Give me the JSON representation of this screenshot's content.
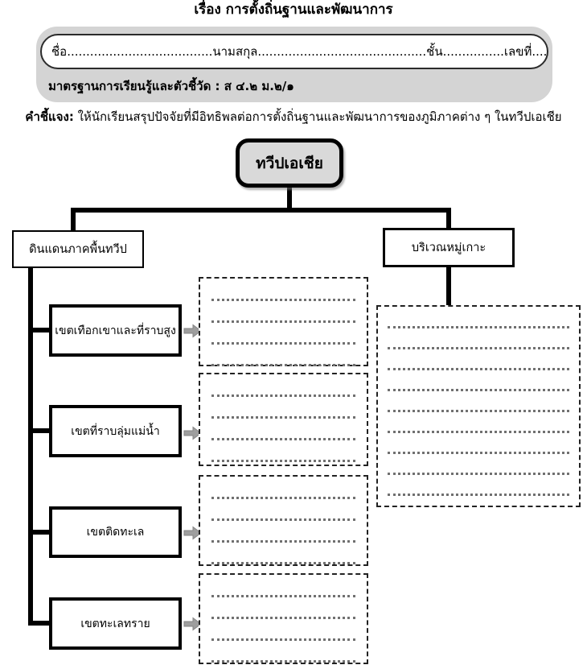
{
  "title": "เรื่อง การตั้งถิ่นฐานและพัฒนาการ",
  "header": {
    "name_line": "ชื่อ......................................นามสกุล............................................ชั้น................เลขที่...............",
    "standards_line": "มาตรฐานการเรียนรู้และตัวชี้วัด  :  ส ๔.๒ ม.๒/๑"
  },
  "instruction": {
    "label": "คำชี้แจง:",
    "text": " ให้นักเรียนสรุปปัจจัยที่มีอิทธิพลต่อการตั้งถิ่นฐานและพัฒนาการของภูมิภาคต่าง ๆ ในทวีปเอเชีย"
  },
  "diagram": {
    "root": "ทวีปเอเชีย",
    "left_branch": "ดินแดนภาคพื้นทวีป",
    "right_branch": "บริเวณหมู่เกาะ",
    "sub_topics": [
      "เขตเทือกเขาและที่ราบสูง",
      "เขตที่ราบลุ่มแม่น้ำ",
      "เขตติดทะเล",
      "เขตทะเลทราย"
    ]
  },
  "colors": {
    "root_fill": "#d9d9d9",
    "panel_fill": "#d4d4d4",
    "line_black": "#000000",
    "dotted_line_grey": "#707070",
    "arrow_grey": "#9e9e9e"
  }
}
